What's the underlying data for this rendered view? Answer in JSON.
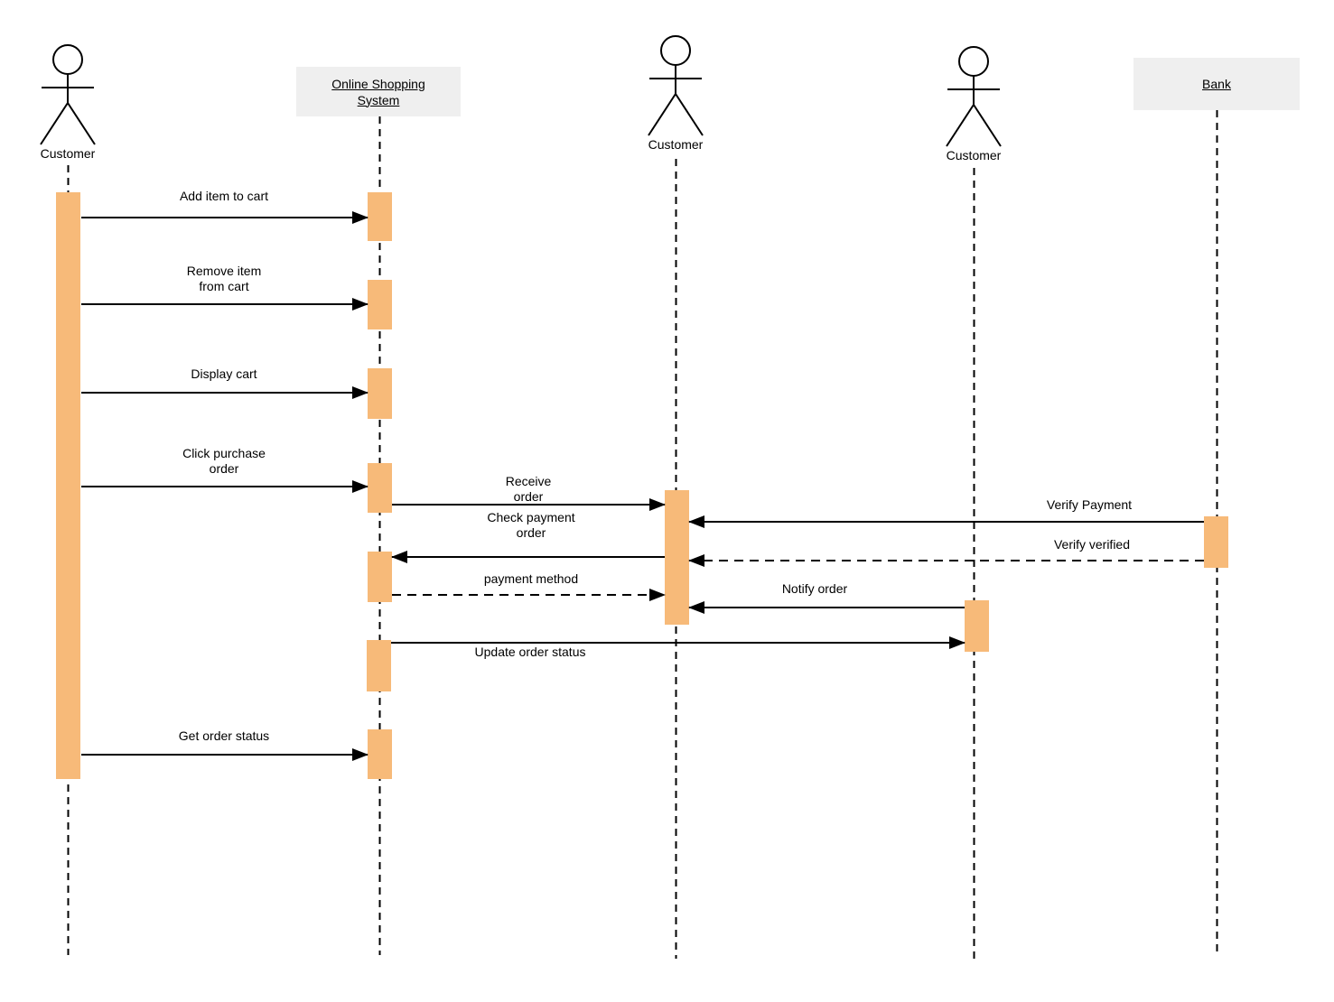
{
  "diagram": {
    "kind": "uml-sequence-diagram",
    "participants": [
      {
        "id": "customer-left",
        "type": "actor",
        "label": "Customer"
      },
      {
        "id": "online-shopping-system",
        "type": "object",
        "label": "Online Shopping System"
      },
      {
        "id": "customer-middle",
        "type": "actor",
        "label": "Customer"
      },
      {
        "id": "customer-right",
        "type": "actor",
        "label": "Customer"
      },
      {
        "id": "bank",
        "type": "object",
        "label": "Bank"
      }
    ],
    "messages": [
      {
        "label": "Add item to cart",
        "from": "customer-left",
        "to": "online-shopping-system",
        "line": "solid"
      },
      {
        "label": "Remove item from cart",
        "from": "customer-left",
        "to": "online-shopping-system",
        "line": "solid"
      },
      {
        "label": "Display cart",
        "from": "customer-left",
        "to": "online-shopping-system",
        "line": "solid"
      },
      {
        "label": "Click purchase order",
        "from": "customer-left",
        "to": "online-shopping-system",
        "line": "solid"
      },
      {
        "label": "Receive order",
        "from": "online-shopping-system",
        "to": "customer-middle",
        "line": "solid"
      },
      {
        "label": "Check payment order",
        "from": "customer-middle",
        "to": "online-shopping-system",
        "line": "solid"
      },
      {
        "label": "payment method",
        "from": "online-shopping-system",
        "to": "customer-middle",
        "line": "dashed"
      },
      {
        "label": "Verify Payment",
        "from": "bank",
        "to": "customer-middle",
        "line": "solid"
      },
      {
        "label": "Verify verified",
        "from": "bank",
        "to": "customer-middle",
        "line": "dashed"
      },
      {
        "label": "Notify order",
        "from": "customer-right",
        "to": "customer-middle",
        "line": "solid"
      },
      {
        "label": "Update order status",
        "from": "online-shopping-system",
        "to": "customer-right",
        "line": "solid"
      },
      {
        "label": "Get order status",
        "from": "customer-left",
        "to": "online-shopping-system",
        "line": "solid"
      }
    ],
    "colors": {
      "activation_fill": "#f7ba79",
      "head_box_fill": "#efefef",
      "line": "#000000",
      "background": "#ffffff"
    }
  }
}
